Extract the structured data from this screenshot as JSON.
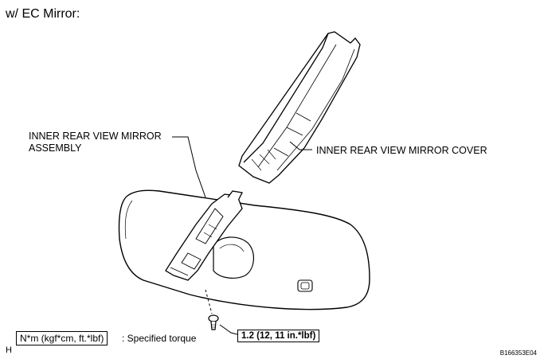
{
  "title": "w/ EC Mirror:",
  "labels": {
    "assembly_line1": "INNER REAR VIEW MIRROR",
    "assembly_line2": "ASSEMBLY",
    "cover": "INNER REAR VIEW MIRROR COVER"
  },
  "legend": {
    "unit": "N*m (kgf*cm, ft.*lbf)",
    "description": ": Specified torque"
  },
  "torque_value": "1.2 (12, 11 in.*lbf)",
  "corner_mark": "H",
  "figure_code": "B166353E04"
}
